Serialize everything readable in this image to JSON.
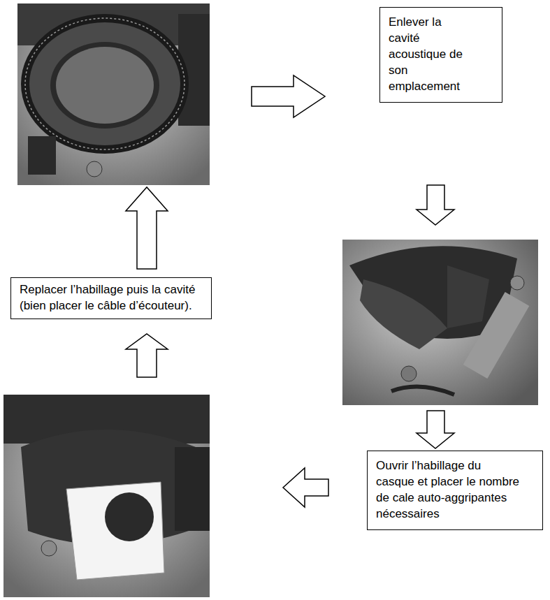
{
  "diagram": {
    "nodes": [
      {
        "text": [
          "Enlever la cavité acoustique de son emplacement"
        ]
      },
      {
        "text": [
          "Ouvrir l’habillage du casque et placer le nombre de cale auto-aggripantes nécessaires"
        ]
      },
      {
        "text": [
          "Replacer l’habillage puis la cavité (bien placer le câble d’écouteur)."
        ]
      }
    ]
  }
}
